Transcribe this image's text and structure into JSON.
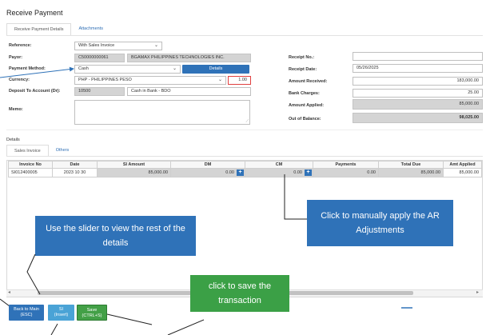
{
  "page": {
    "title": "Receive Payment"
  },
  "tabs": [
    {
      "label": "Receive Payment Details"
    },
    {
      "label": "Attachments"
    }
  ],
  "form": {
    "reference_label": "Reference:",
    "reference_value": "With Sales Invoice",
    "payor_label": "Payor:",
    "payor_code": "C50000000061",
    "payor_name": "BGAMAX PHILIPPINES TECHNOLOGIES INC.",
    "payment_method_label": "Payment Method:",
    "payment_method_value": "Cash",
    "details_button": "Details",
    "currency_label": "Currency:",
    "currency_value": "PHP - PHILIPPINES PESO",
    "exchange_rate": "1.00",
    "deposit_label": "Deposit To Account (Dr):",
    "deposit_code": "10500",
    "deposit_name": "Cash in Bank - BDO",
    "memo_label": "Memo:",
    "receipt_no_label": "Receipt No.:",
    "receipt_no_value": "",
    "receipt_date_label": "Receipt Date:",
    "receipt_date_value": "05/26/2025",
    "amount_received_label": "Amount Received:",
    "amount_received_value": "183,000.00",
    "bank_charges_label": "Bank Charges:",
    "bank_charges_value": "25.00",
    "amount_applied_label": "Amount Applied:",
    "amount_applied_value": "85,000.00",
    "out_of_balance_label": "Out of Balance:",
    "out_of_balance_value": "98,025.00"
  },
  "details": {
    "title": "Details",
    "tabs": [
      {
        "label": "Sales Invoice"
      },
      {
        "label": "Others"
      }
    ],
    "columns": [
      "Invoice No",
      "Date",
      "SI Amount",
      "DM",
      "CM",
      "Payments",
      "Total Due",
      "Amt Applied"
    ],
    "rows": [
      {
        "invoice": "SI012400005",
        "date": "2023 10 30",
        "si_amount": "85,000.00",
        "dm": "0.00",
        "cm": "0.00",
        "payments": "0.00",
        "total_due": "85,000.00",
        "amt_applied": "85,000.00"
      }
    ],
    "plus_glyph": "+"
  },
  "callouts": {
    "slider": "Use the slider to view the rest of the details",
    "ar": "Click to manually apply the AR Adjustments",
    "save": "click to save the transaction"
  },
  "footer": {
    "back_line1": "Back to Main",
    "back_line2": "(ESC)",
    "si_line1": "SI",
    "si_line2": "(Insert)",
    "save_line1": "Save",
    "save_line2": "(CTRL+S)"
  },
  "icons": {
    "select_caret": "chevron-down-icon",
    "resize_grip": "resize-grip-icon",
    "scroll_left": "arrow-left-icon",
    "scroll_right": "arrow-right-icon"
  },
  "colors": {
    "primary": "#2f72b8",
    "accent_green": "#3ba046",
    "readonly_gray": "#d4d4d4",
    "error_border": "#e04040"
  }
}
